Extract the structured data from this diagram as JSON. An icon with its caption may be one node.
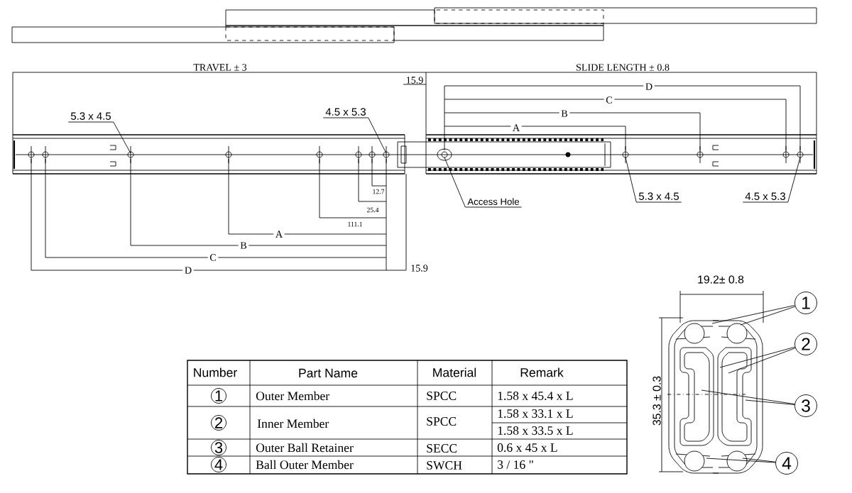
{
  "diagram": {
    "nodes": [
      {
        "text": [
          "5.3 x 4.5"
        ]
      },
      {
        "text": [
          "4.5 x 5.3"
        ]
      },
      {
        "text": [
          "Access Hole"
        ]
      },
      {
        "text": [
          "5.3 x 4.5"
        ]
      },
      {
        "text": [
          "4.5 x 5.3"
        ]
      },
      {
        "text": [
          "1"
        ]
      },
      {
        "text": [
          "2"
        ]
      },
      {
        "text": [
          "3"
        ]
      },
      {
        "text": [
          "4"
        ]
      },
      {
        "text": [],
        "shape": "picture"
      },
      {
        "text": [],
        "shape": "picture"
      }
    ],
    "edges": [
      {
        "from": 0,
        "to": 9,
        "arrow": "none"
      },
      {
        "from": 1,
        "to": 9,
        "arrow": "none"
      },
      {
        "from": 2,
        "to": 9,
        "arrow": "none"
      },
      {
        "from": 3,
        "to": 9,
        "arrow": "none"
      },
      {
        "from": 4,
        "to": 9,
        "arrow": "none"
      },
      {
        "from": 5,
        "to": 10,
        "arrow": "none"
      },
      {
        "from": 5,
        "to": 10,
        "arrow": "none"
      },
      {
        "from": 6,
        "to": 10,
        "arrow": "none"
      },
      {
        "from": 6,
        "to": 10,
        "arrow": "none"
      },
      {
        "from": 7,
        "to": 10,
        "arrow": "none"
      },
      {
        "from": 7,
        "to": 10,
        "arrow": "none"
      },
      {
        "from": 8,
        "to": 10,
        "arrow": "none"
      },
      {
        "from": 8,
        "to": 10,
        "arrow": "none"
      }
    ],
    "labels": [
      "TRAVEL ± 3",
      "SLIDE LENGTH ± 0.8",
      "15.9",
      "D",
      "C",
      "B",
      "A",
      "12.7",
      "25.4",
      "111.1",
      "A",
      "B",
      "C",
      "D",
      "15.9",
      "19.2± 0.8",
      "35.3 ± 0.3",
      "Number",
      "Part Name",
      "Material",
      "Remark",
      "1",
      "Outer Member",
      "SPCC",
      "1.58 x 45.4 x L",
      "2",
      "Inner Member",
      "SPCC",
      "1.58 x 33.1 x L",
      "1.58 x 33.5 x L",
      "3",
      "Outer Ball Retainer",
      "SECC",
      "0.6 x 45 x L",
      "4",
      "Ball Outer Member",
      "SWCH",
      "3 / 16  \""
    ]
  }
}
